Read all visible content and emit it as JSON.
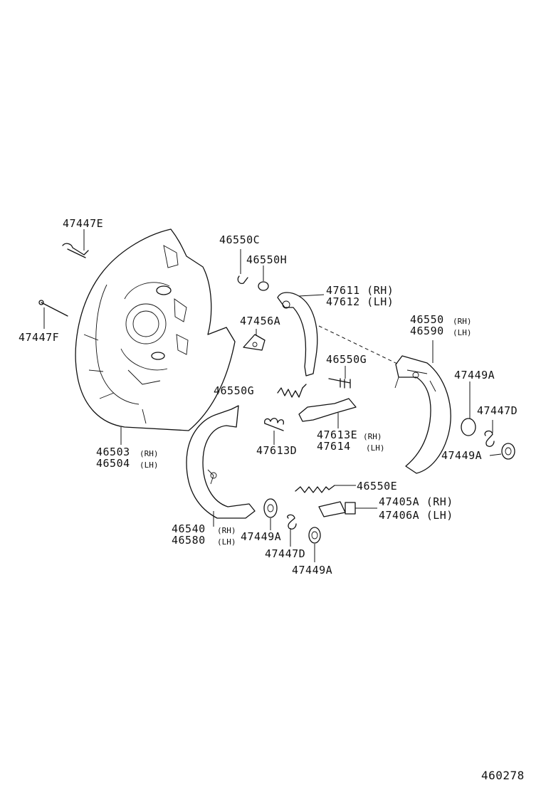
{
  "diagram_code": "460278",
  "labels": {
    "p47447E": "47447E",
    "p47447F": "47447F",
    "p46503": "46503",
    "p46503_side": "(RH)",
    "p46504": "46504",
    "p46504_side": "(LH)",
    "p46550C": "46550C",
    "p46550H": "46550H",
    "p47611": "47611 (RH)",
    "p47612": "47612 (LH)",
    "p47456A": "47456A",
    "p46550": "46550",
    "p46550_side": "(RH)",
    "p46590": "46590",
    "p46590_side": "(LH)",
    "p46550G_top": "46550G",
    "p46550G_left": "46550G",
    "p47449A_right_top": "47449A",
    "p47447D_right": "47447D",
    "p47449A_right_bottom": "47449A",
    "p47613D": "47613D",
    "p47613E": "47613E",
    "p47613E_side": "(RH)",
    "p47614": "47614",
    "p47614_side": "(LH)",
    "p46550E": "46550E",
    "p47405A": "47405A (RH)",
    "p47406A": "47406A (LH)",
    "p46540": "46540",
    "p46540_side": "(RH)",
    "p46580": "46580",
    "p46580_side": "(LH)",
    "p47449A_mid": "47449A",
    "p47447D_mid": "47447D",
    "p47449A_bottom": "47449A"
  }
}
